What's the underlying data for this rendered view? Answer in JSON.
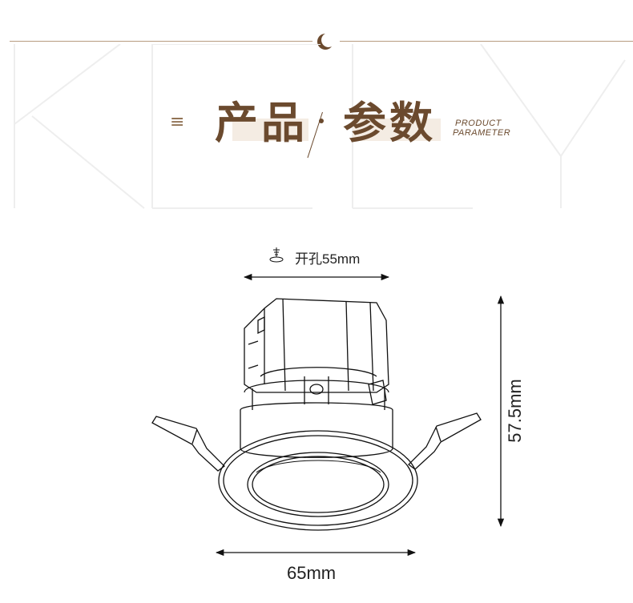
{
  "header": {
    "title_left": "产品",
    "title_right": "参数",
    "subtitle_line1": "PRODUCT",
    "subtitle_line2": "PARAMETER",
    "menu_glyph": "≡",
    "moon_icon": "crescent-moon-icon",
    "accent_color": "#6b4a2e"
  },
  "dimensions": {
    "hole_label": "开孔55mm",
    "height_label": "57.5mm",
    "width_label": "65mm",
    "hole_icon": "drill-hole-icon"
  }
}
